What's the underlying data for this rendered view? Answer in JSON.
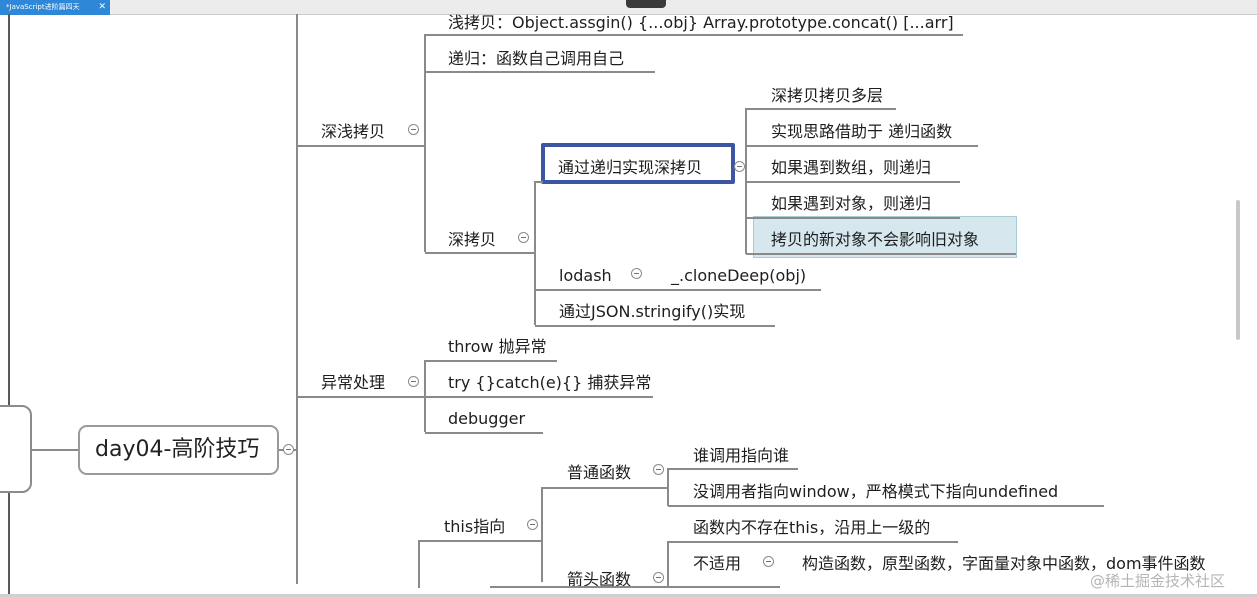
{
  "tab": {
    "title": "*JavaScript进阶篇四天",
    "close": "✕"
  },
  "mindmap": {
    "root": "day04-高阶技巧",
    "shallow_deep_copy": {
      "label": "深浅拷贝",
      "shallow_copy": "浅拷贝：Object.assgin() {...obj} Array.prototype.concat() [...arr]",
      "recursion": "递归：函数自己调用自己",
      "deep_copy": {
        "label": "深拷贝",
        "via_recursion": {
          "label": "通过递归实现深拷贝",
          "items": [
            "深拷贝拷贝多层",
            "实现思路借助于 递归函数",
            "如果遇到数组，则递归",
            "如果遇到对象，则递归",
            "拷贝的新对象不会影响旧对象"
          ]
        },
        "lodash": {
          "label": "lodash",
          "method": "_.cloneDeep(obj)"
        },
        "json": "通过JSON.stringify()实现"
      }
    },
    "exception": {
      "label": "异常处理",
      "items": [
        "throw 抛异常",
        "try {}catch(e){} 捕获异常",
        "debugger"
      ]
    },
    "this_pointer": {
      "label": "this指向",
      "normal_function": {
        "label": "普通函数",
        "items": [
          "谁调用指向谁",
          "没调用者指向window，严格模式下指向undefined"
        ]
      },
      "arrow_function": {
        "label": "箭头函数",
        "items": [
          "函数内不存在this，沿用上一级的"
        ],
        "not_applicable": {
          "label": "不适用",
          "detail": "构造函数，原型函数，字面量对象中函数，dom事件函数"
        }
      }
    }
  },
  "watermark": "@稀土掘金技术社区",
  "colors": {
    "tab": "#2f87d8",
    "selection": "#3d55a5",
    "highlight": "#d6e7ee",
    "connector": "#8a8a8a"
  }
}
